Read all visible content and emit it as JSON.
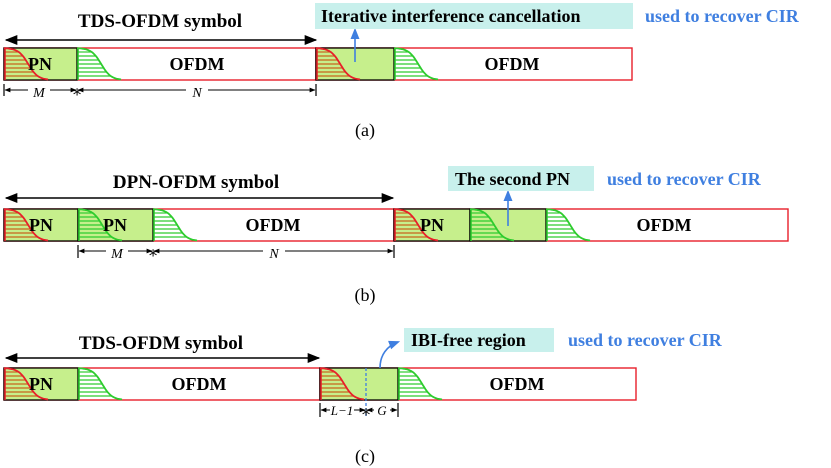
{
  "panels": [
    {
      "id": "a",
      "symbol_label": "TDS-OFDM symbol",
      "caption": "(a)",
      "frames": [
        {
          "pn_label": "PN",
          "ofdm_label": "OFDM"
        },
        {
          "pn_label": "",
          "ofdm_label": "OFDM"
        }
      ],
      "callout": "Iterative interference cancellation",
      "note": "used to recover CIR",
      "dim_1": "M",
      "dim_2": "N"
    },
    {
      "id": "b",
      "symbol_label": "DPN-OFDM symbol",
      "caption": "(b)",
      "frames": [
        {
          "pn1_label": "PN",
          "pn2_label": "PN",
          "ofdm_label": "OFDM"
        },
        {
          "pn1_label": "PN",
          "pn2_label": "",
          "ofdm_label": "OFDM"
        }
      ],
      "callout": "The second PN",
      "note": "used to recover CIR",
      "dim_1": "M",
      "dim_2": "N"
    },
    {
      "id": "c",
      "symbol_label": "TDS-OFDM symbol",
      "caption": "(c)",
      "frames": [
        {
          "pn_label": "PN",
          "ofdm_label": "OFDM"
        },
        {
          "pn_label": "",
          "ofdm_label": "OFDM"
        }
      ],
      "callout": "IBI-free region",
      "note": "used to recover CIR",
      "dim_1": "L−1",
      "dim_2": "G"
    }
  ],
  "colors": {
    "guard_fill": "#c6ef8c",
    "frame_border": "#e8202a",
    "note_text": "#3f7fe0",
    "callout_bg": "#c8f0ec",
    "tail_red": "#e8202a",
    "tail_green": "#2ecc2e",
    "arrow_blue": "#3f7fe0"
  }
}
